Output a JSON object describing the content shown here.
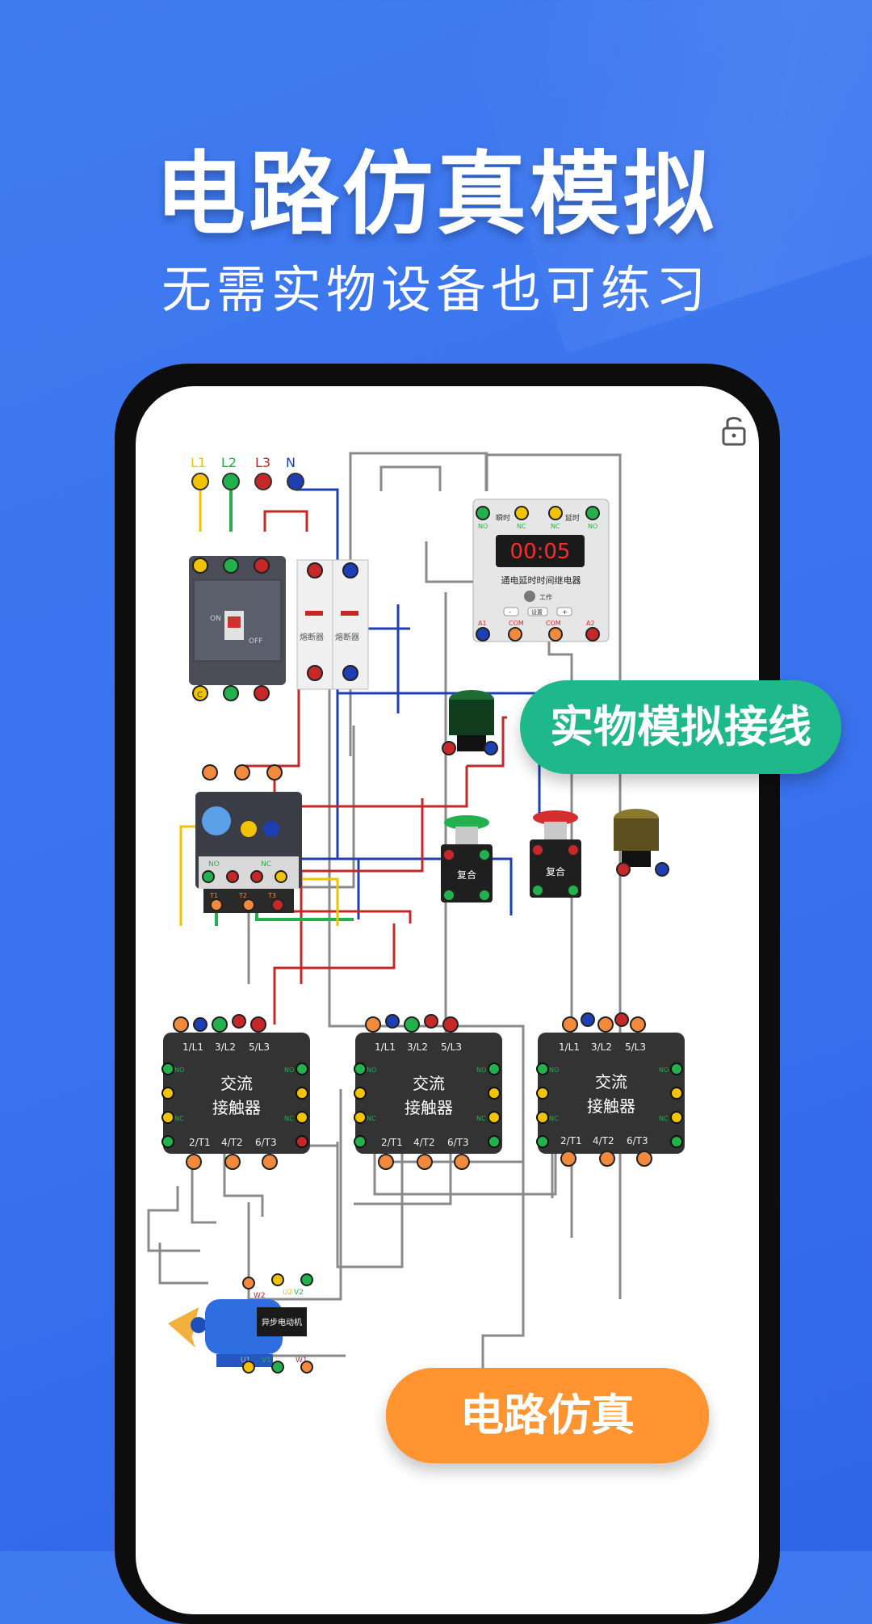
{
  "header": {
    "title": "电路仿真模拟",
    "subtitle": "无需实物设备也可练习"
  },
  "badges": {
    "physical_wiring": "实物模拟接线",
    "circuit_sim": "电路仿真"
  },
  "colors": {
    "background": "#3a72ee",
    "green_badge": "#1fb88a",
    "orange_badge": "#ff9430",
    "wire_red": "#c62828",
    "wire_blue": "#1e3fb4",
    "wire_green": "#22b14c",
    "wire_yellow": "#f2c300",
    "wire_gray": "#8a8a8a"
  },
  "icons": {
    "lock": "lock-open-icon"
  },
  "circuit": {
    "terminals": {
      "l1": "L1",
      "l2": "L2",
      "l3": "L3",
      "n": "N"
    },
    "fuse_label": "熔断器",
    "breaker_on": "ON",
    "breaker_off": "OFF",
    "breaker_c": "C",
    "timer": {
      "display": "00:05",
      "name": "通电延时时间继电器",
      "work": "工作",
      "set": "设置",
      "minus": "-",
      "plus": "+",
      "instant": "瞬时",
      "delay": "延时",
      "no": "NO",
      "nc": "NC",
      "a1": "A1",
      "a2": "A2",
      "com": "COM"
    },
    "overload": {
      "no": "NO",
      "nc": "NC",
      "t1": "T1",
      "t2": "T2",
      "t3": "T3"
    },
    "button_label": "复合",
    "contactor": {
      "line1": "交流",
      "line2": "接触器",
      "top_terminals": [
        "1/L1",
        "3/L2",
        "5/L3"
      ],
      "bottom_terminals": [
        "2/T1",
        "4/T2",
        "6/T3"
      ],
      "no": "NO",
      "nc": "NC"
    },
    "motor": {
      "name": "异步电动机",
      "w2": "W2",
      "u2": "U2",
      "v2": "V2",
      "u1": "U1",
      "v1": "V1",
      "w1": "W1"
    }
  }
}
